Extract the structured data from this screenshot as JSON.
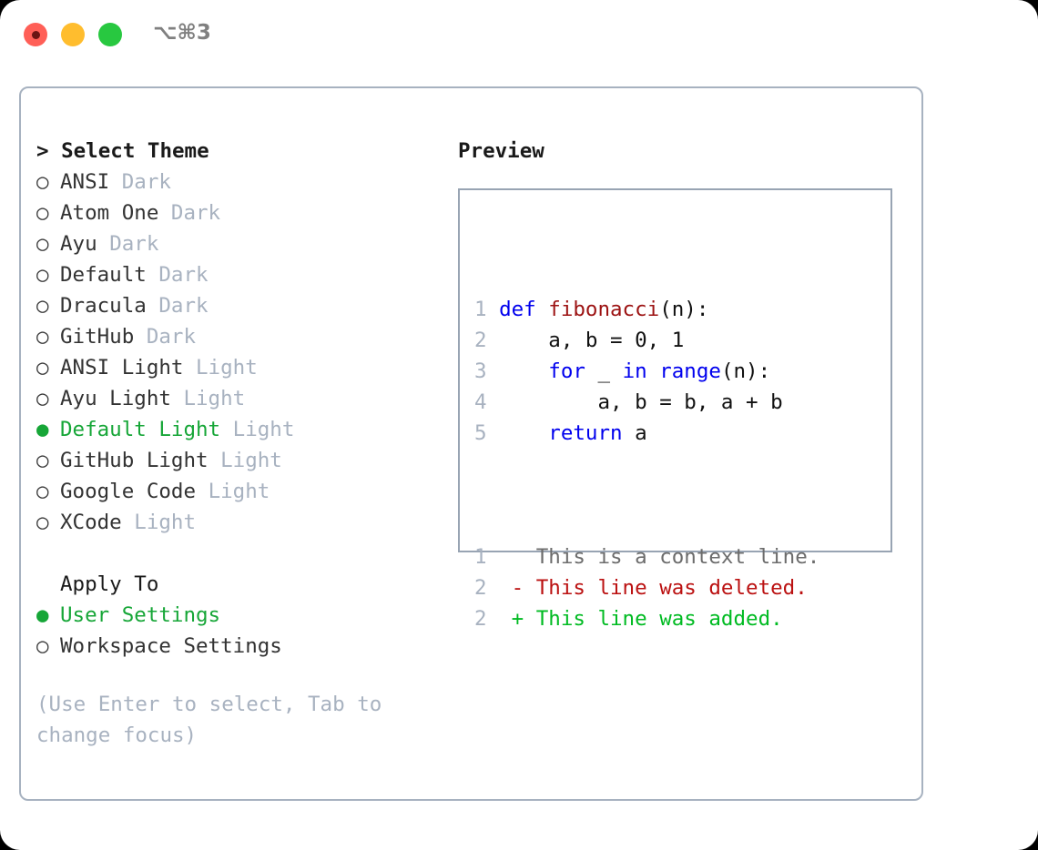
{
  "window": {
    "traffic_lights": [
      "close-red",
      "minimize-yellow",
      "maximize-green"
    ],
    "shortcut": "⌥⌘3"
  },
  "theme_panel": {
    "header_prefix": "> ",
    "header": "Select Theme",
    "radio_on": "●",
    "radio_off": "○",
    "items": [
      {
        "label": "ANSI",
        "tag": "Dark",
        "selected": false
      },
      {
        "label": "Atom One",
        "tag": "Dark",
        "selected": false
      },
      {
        "label": "Ayu",
        "tag": "Dark",
        "selected": false
      },
      {
        "label": "Default",
        "tag": "Dark",
        "selected": false
      },
      {
        "label": "Dracula",
        "tag": "Dark",
        "selected": false
      },
      {
        "label": "GitHub",
        "tag": "Dark",
        "selected": false
      },
      {
        "label": "ANSI Light",
        "tag": "Light",
        "selected": false
      },
      {
        "label": "Ayu Light",
        "tag": "Light",
        "selected": false
      },
      {
        "label": "Default Light",
        "tag": "Light",
        "selected": true
      },
      {
        "label": "GitHub Light",
        "tag": "Light",
        "selected": false
      },
      {
        "label": "Google Code",
        "tag": "Light",
        "selected": false
      },
      {
        "label": "XCode",
        "tag": "Light",
        "selected": false
      }
    ]
  },
  "apply_to": {
    "header": "Apply To",
    "options": [
      {
        "label": "User Settings",
        "selected": true
      },
      {
        "label": "Workspace Settings",
        "selected": false
      }
    ]
  },
  "hint": "(Use Enter to select, Tab to change focus)",
  "preview": {
    "title": "Preview",
    "code_lines": [
      {
        "num": "1",
        "tokens": [
          {
            "t": "def",
            "c": "kw"
          },
          {
            "t": " ",
            "c": "pl"
          },
          {
            "t": "fibonacci",
            "c": "fn"
          },
          {
            "t": "(n):",
            "c": "pl"
          }
        ]
      },
      {
        "num": "2",
        "tokens": [
          {
            "t": "    a, b = 0, 1",
            "c": "pl"
          }
        ]
      },
      {
        "num": "3",
        "tokens": [
          {
            "t": "    ",
            "c": "pl"
          },
          {
            "t": "for",
            "c": "kw"
          },
          {
            "t": " _ ",
            "c": "pl"
          },
          {
            "t": "in",
            "c": "kw"
          },
          {
            "t": " ",
            "c": "pl"
          },
          {
            "t": "range",
            "c": "kw"
          },
          {
            "t": "(n):",
            "c": "pl"
          }
        ]
      },
      {
        "num": "4",
        "tokens": [
          {
            "t": "        a, b = b, a + b",
            "c": "pl"
          }
        ]
      },
      {
        "num": "5",
        "tokens": [
          {
            "t": "    ",
            "c": "pl"
          },
          {
            "t": "return",
            "c": "kw"
          },
          {
            "t": " a",
            "c": "pl"
          }
        ]
      }
    ],
    "diff_lines": [
      {
        "num": "1",
        "marker": " ",
        "text": "This is a context line.",
        "kind": "d-ctx"
      },
      {
        "num": "2",
        "marker": "-",
        "text": "This line was deleted.",
        "kind": "d-del"
      },
      {
        "num": "2",
        "marker": "+",
        "text": "This line was added.",
        "kind": "d-add"
      }
    ]
  },
  "colors": {
    "accent_green": "#16a637",
    "muted": "#a8b2c0",
    "border": "#a7b2c0",
    "preview_border": "#98a4b3",
    "keyword_blue": "#0000ee",
    "function_red": "#9c1212",
    "diff_add": "#00bb22",
    "diff_del": "#bb1111",
    "traffic_red": "#ff5f57",
    "traffic_yellow": "#ffbd2e",
    "traffic_green": "#28c840"
  }
}
